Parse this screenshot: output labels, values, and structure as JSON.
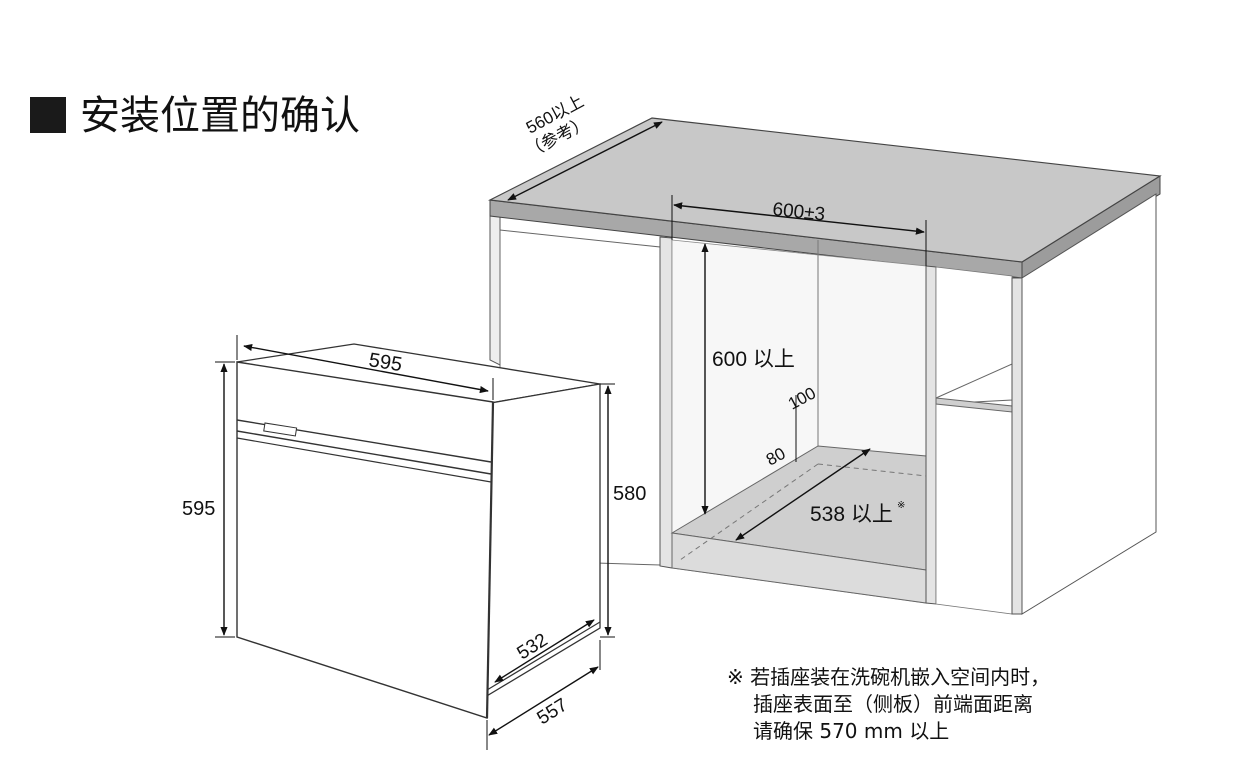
{
  "title": "安装位置的确认",
  "cabinet": {
    "depth_label": "560以上",
    "depth_note": "（参考）",
    "width_label": "600±3",
    "height_label": "600 以上",
    "base_label_100": "100",
    "base_label_80": "80",
    "floor_depth_label": "538 以上",
    "floor_depth_mark": "※"
  },
  "oven": {
    "width_label": "595",
    "height_label": "595",
    "body_height_label": "580",
    "body_depth_label": "532",
    "overall_depth_label": "557"
  },
  "note": {
    "mark": "※",
    "line1": "若插座装在洗碗机嵌入空间内时，",
    "line2": "插座表面至（侧板）前端面距离",
    "line3": "请确保 570 mm 以上"
  }
}
